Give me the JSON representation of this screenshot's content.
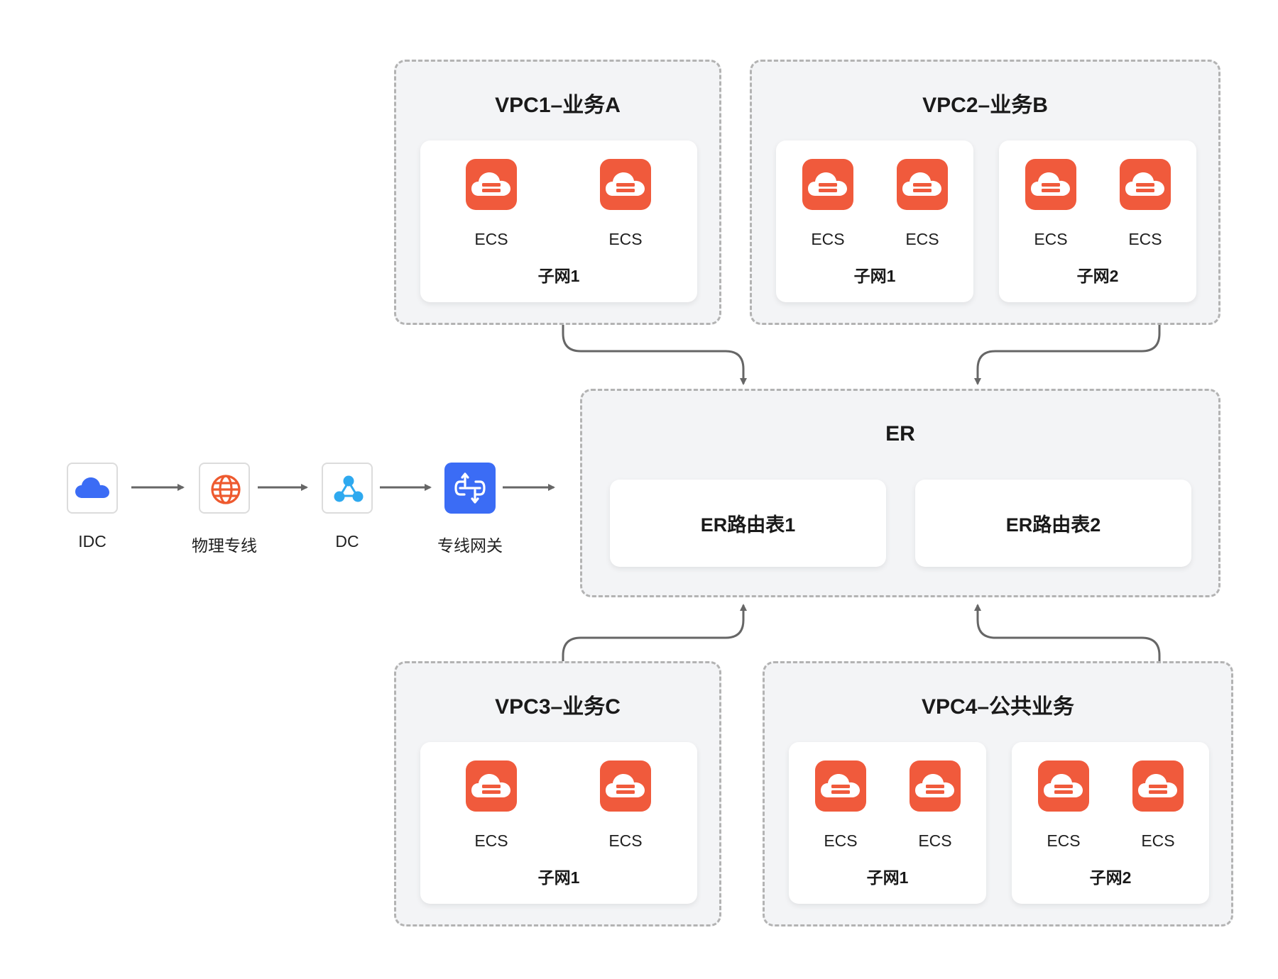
{
  "flow": {
    "idc_label": "IDC",
    "line_label": "物理专线",
    "dc_label": "DC",
    "gateway_label": "专线网关"
  },
  "er": {
    "title": "ER",
    "route_tables": [
      "ER路由表1",
      "ER路由表2"
    ]
  },
  "vpcs": [
    {
      "title": "VPC1–业务A",
      "subnets": [
        {
          "label": "子网1",
          "instances": [
            "ECS",
            "ECS"
          ]
        }
      ]
    },
    {
      "title": "VPC2–业务B",
      "subnets": [
        {
          "label": "子网1",
          "instances": [
            "ECS",
            "ECS"
          ]
        },
        {
          "label": "子网2",
          "instances": [
            "ECS",
            "ECS"
          ]
        }
      ]
    },
    {
      "title": "VPC3–业务C",
      "subnets": [
        {
          "label": "子网1",
          "instances": [
            "ECS",
            "ECS"
          ]
        }
      ]
    },
    {
      "title": "VPC4–公共业务",
      "subnets": [
        {
          "label": "子网1",
          "instances": [
            "ECS",
            "ECS"
          ]
        },
        {
          "label": "子网2",
          "instances": [
            "ECS",
            "ECS"
          ]
        }
      ]
    }
  ],
  "icons": {
    "idc": "cloud-icon",
    "line": "globe-icon",
    "dc": "network-node-icon",
    "gateway": "gateway-icon",
    "ecs": "ecs-server-icon"
  },
  "colors": {
    "ecs": "#f05a3c",
    "gateway": "#3b6cf5",
    "cloud": "#3b6cf5",
    "globe": "#ee5a2f",
    "dc": "#2ea9ef",
    "arrow": "#666666",
    "container_bg": "#f3f4f6",
    "dashed_border": "#b3b3b3"
  }
}
